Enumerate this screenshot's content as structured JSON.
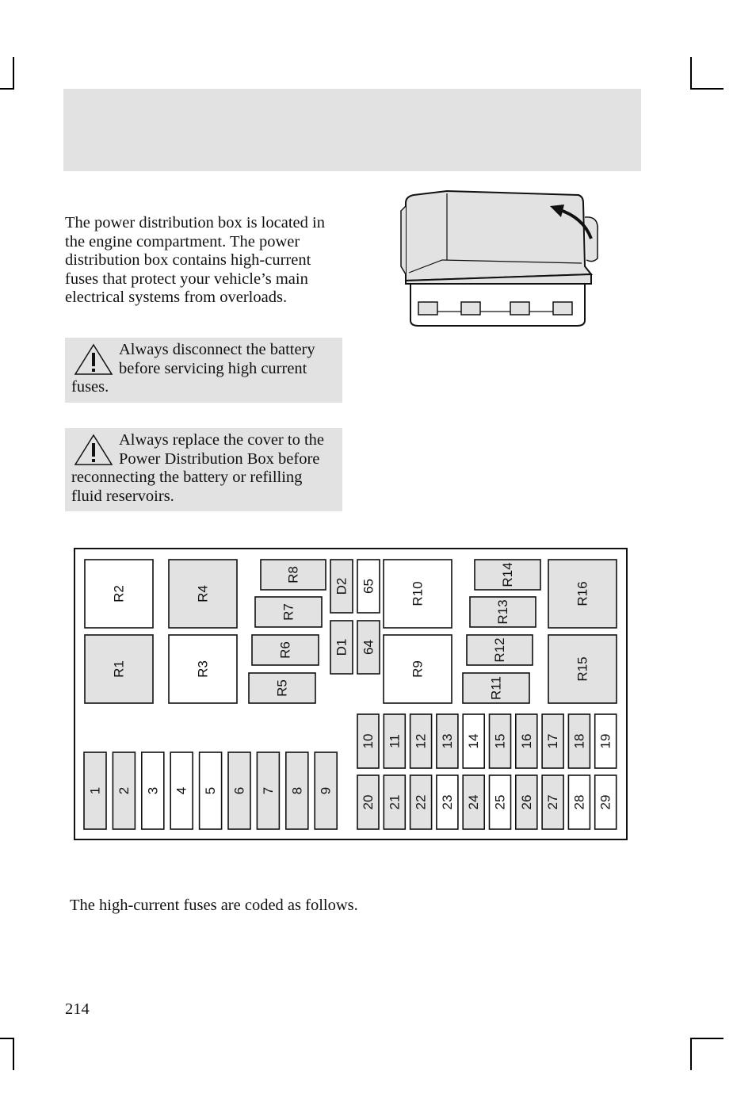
{
  "intro": {
    "text": "The power distribution box is located in the engine compartment. The power distribution box contains high-current fuses that protect your vehicle’s main electrical systems from overloads."
  },
  "warnings": [
    {
      "icon": "warning-triangle-icon",
      "text": "Always disconnect the battery before servicing high current fuses."
    },
    {
      "icon": "warning-triangle-icon",
      "text": "Always replace the cover to the Power Distribution Box before reconnecting the battery or refilling fluid reservoirs."
    }
  ],
  "fuse_labels": {
    "relays": [
      "R1",
      "R2",
      "R3",
      "R4",
      "R5",
      "R6",
      "R7",
      "R8",
      "R9",
      "R10",
      "R11",
      "R12",
      "R13",
      "R14",
      "R15",
      "R16"
    ],
    "diodes": [
      "D1",
      "D2"
    ],
    "fuses": [
      "1",
      "2",
      "3",
      "4",
      "5",
      "6",
      "7",
      "8",
      "9",
      "10",
      "11",
      "12",
      "13",
      "14",
      "15",
      "16",
      "17",
      "18",
      "19",
      "20",
      "21",
      "22",
      "23",
      "24",
      "25",
      "26",
      "27",
      "28",
      "29",
      "64",
      "65"
    ]
  },
  "colors": {
    "filled": "#e2e2e2",
    "empty": "#ffffff",
    "stroke": "#111111"
  },
  "coding_note": "The high-current fuses are coded as follows.",
  "page_number": "214"
}
